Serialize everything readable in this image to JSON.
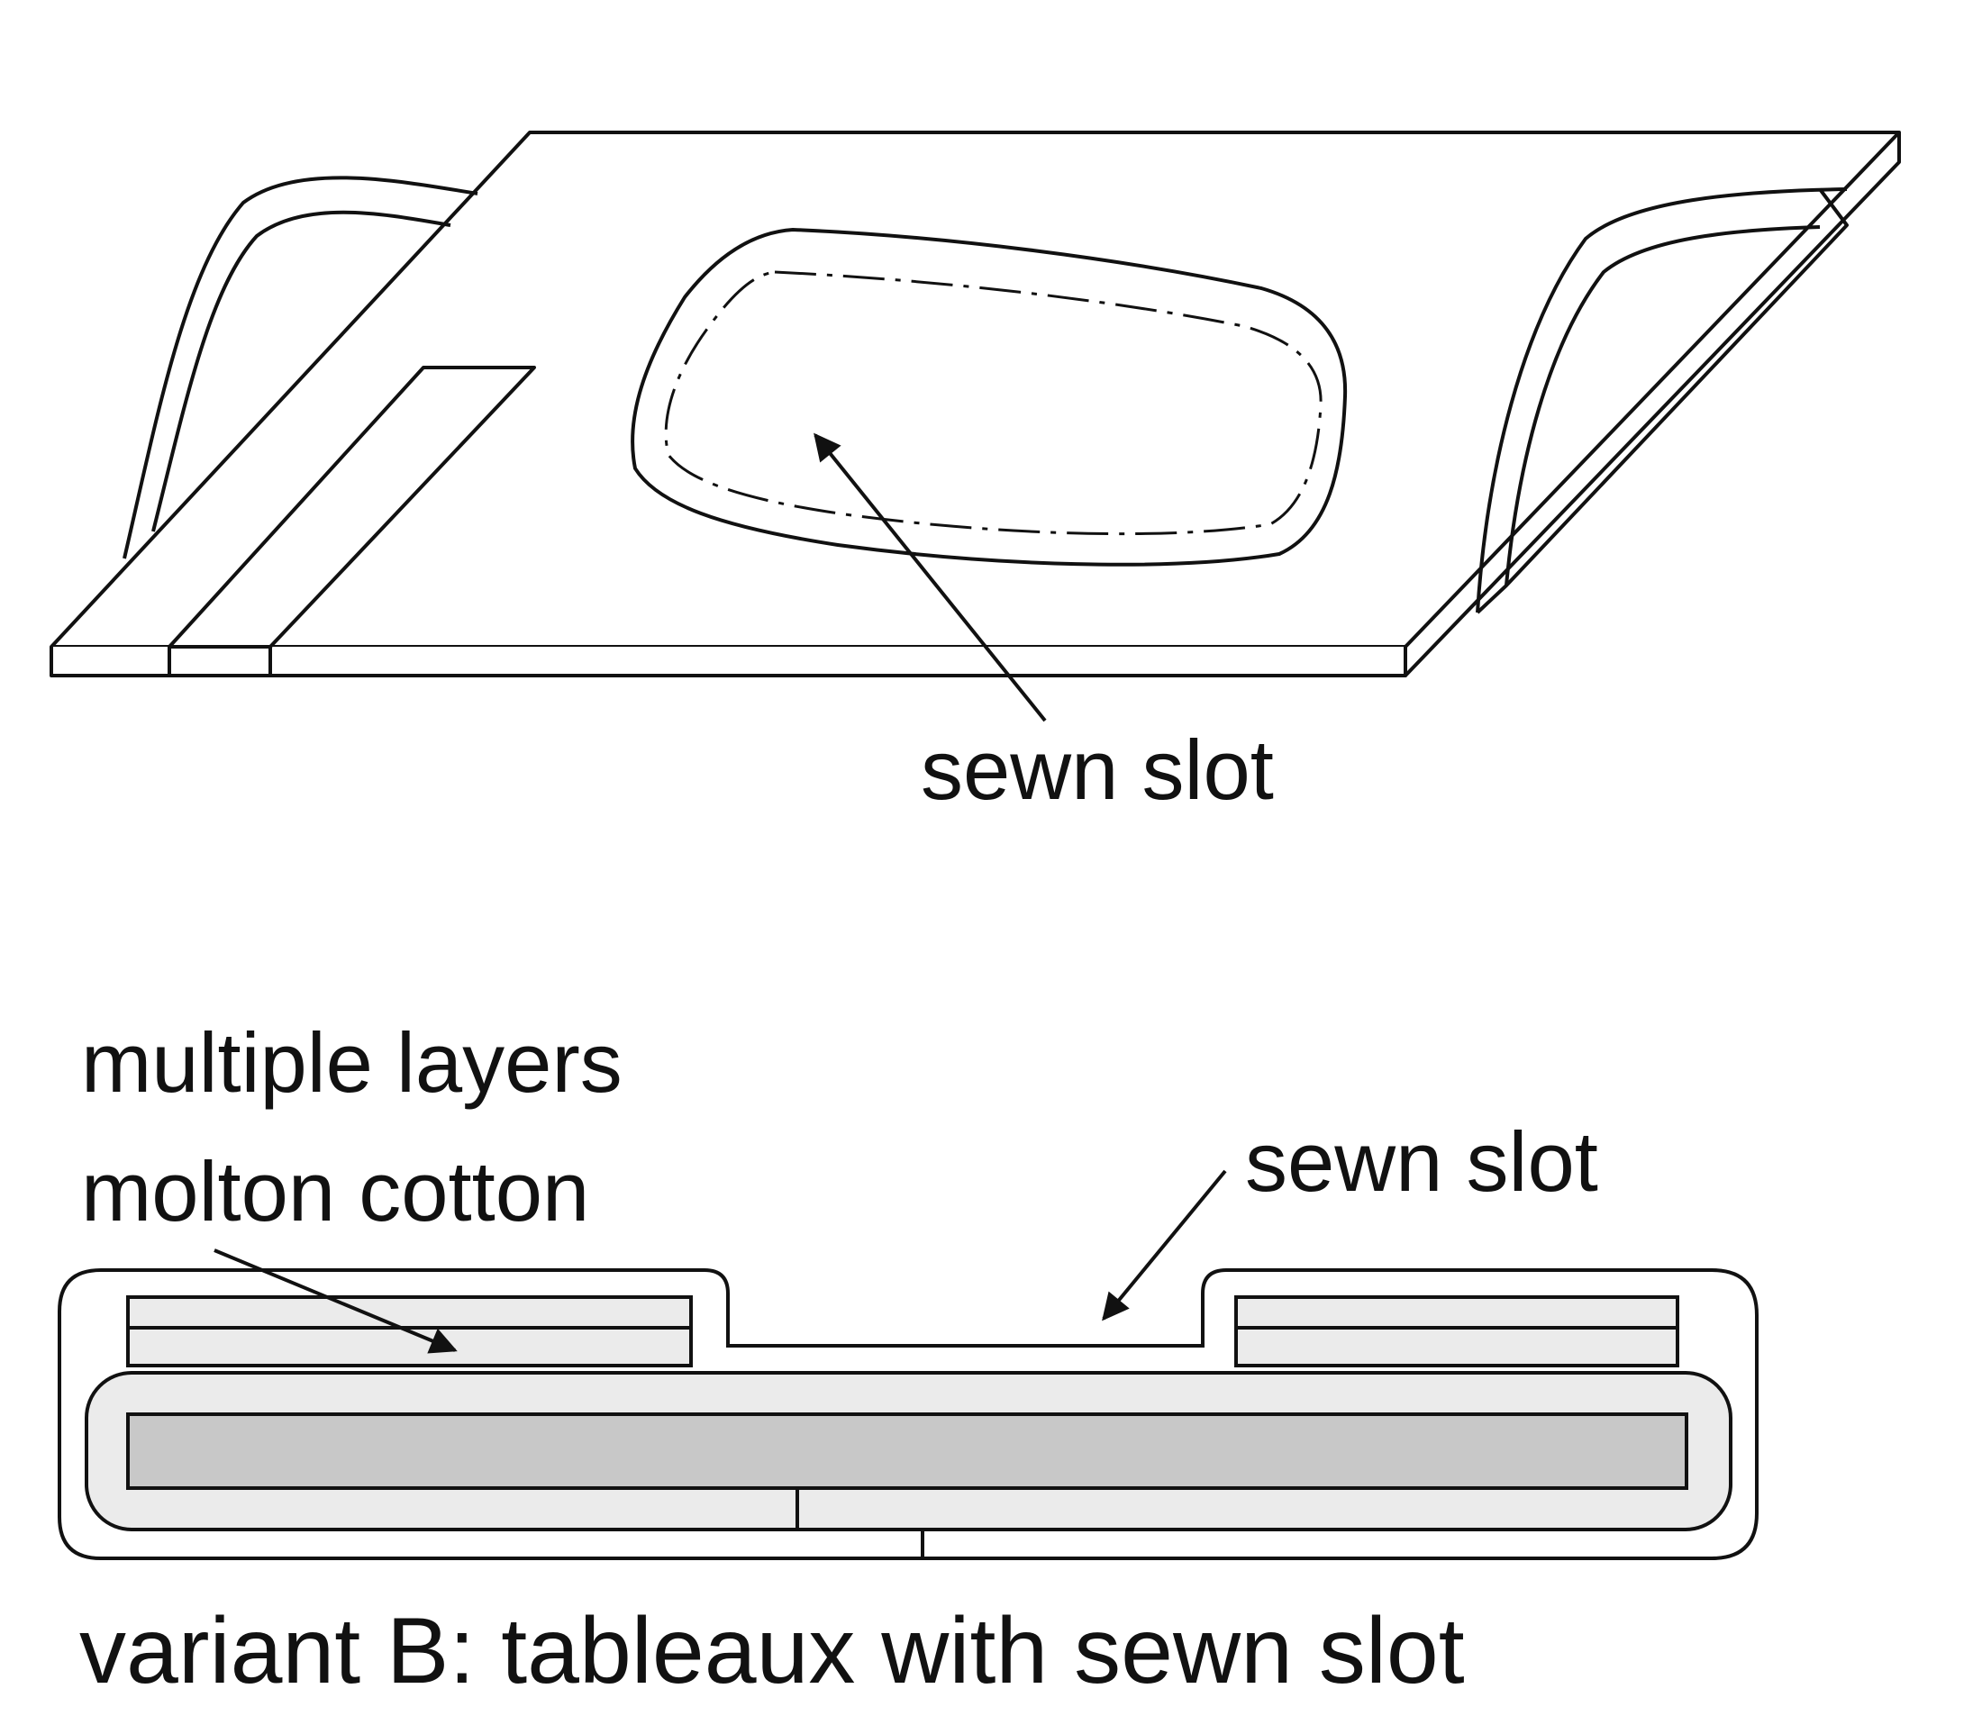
{
  "labels": {
    "top_slot": "sewn slot",
    "layers_line1": "multiple layers",
    "layers_line2": "molton cotton",
    "bottom_slot": "sewn slot",
    "caption": "variant B: tableaux with sewn slot"
  },
  "colors": {
    "line": "#111111",
    "outer_fill": "#ffffff",
    "layer_fill": "#ebebeb",
    "board_fill": "#c8c8c8",
    "background": "#ffffff"
  }
}
